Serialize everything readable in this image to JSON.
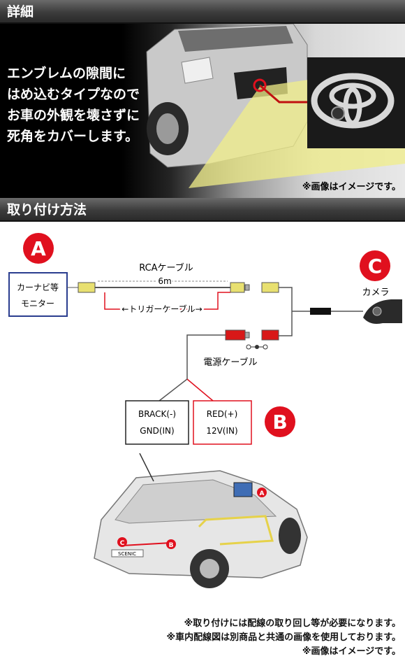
{
  "sections": {
    "detail_title": "詳細",
    "install_title": "取り付け方法"
  },
  "hero": {
    "lines": [
      "エンブレムの隙間に",
      "はめ込むタイプなので",
      "お車の外観を壊さずに",
      "死角をカバーします。"
    ],
    "note": "※画像はイメージです。"
  },
  "diagram": {
    "label_a": "A",
    "label_b": "B",
    "label_c": "C",
    "monitor_line1": "カーナビ等",
    "monitor_line2": "モニター",
    "rca_label": "RCAケーブル",
    "length_label": "6m",
    "trigger_label": "←トリガーケーブル→",
    "camera_label": "カメラ",
    "power_label": "電源ケーブル",
    "black_line1": "BRACK(-)",
    "black_line2": "GND(IN)",
    "red_line1": "RED(+)",
    "red_line2": "12V(IN)",
    "car_label_a": "A",
    "car_label_b": "B",
    "car_label_c": "C",
    "car_badge": "SCENIC"
  },
  "notes": [
    "※取り付けには配線の取り回し等が必要になります。",
    "※車内配線図は別商品と共通の画像を使用しております。",
    "※画像はイメージです。"
  ],
  "colors": {
    "accent_red": "#e0101e",
    "connector_yellow": "#e8e070",
    "connector_red": "#d81818",
    "monitor_border": "#2a3d8f"
  }
}
